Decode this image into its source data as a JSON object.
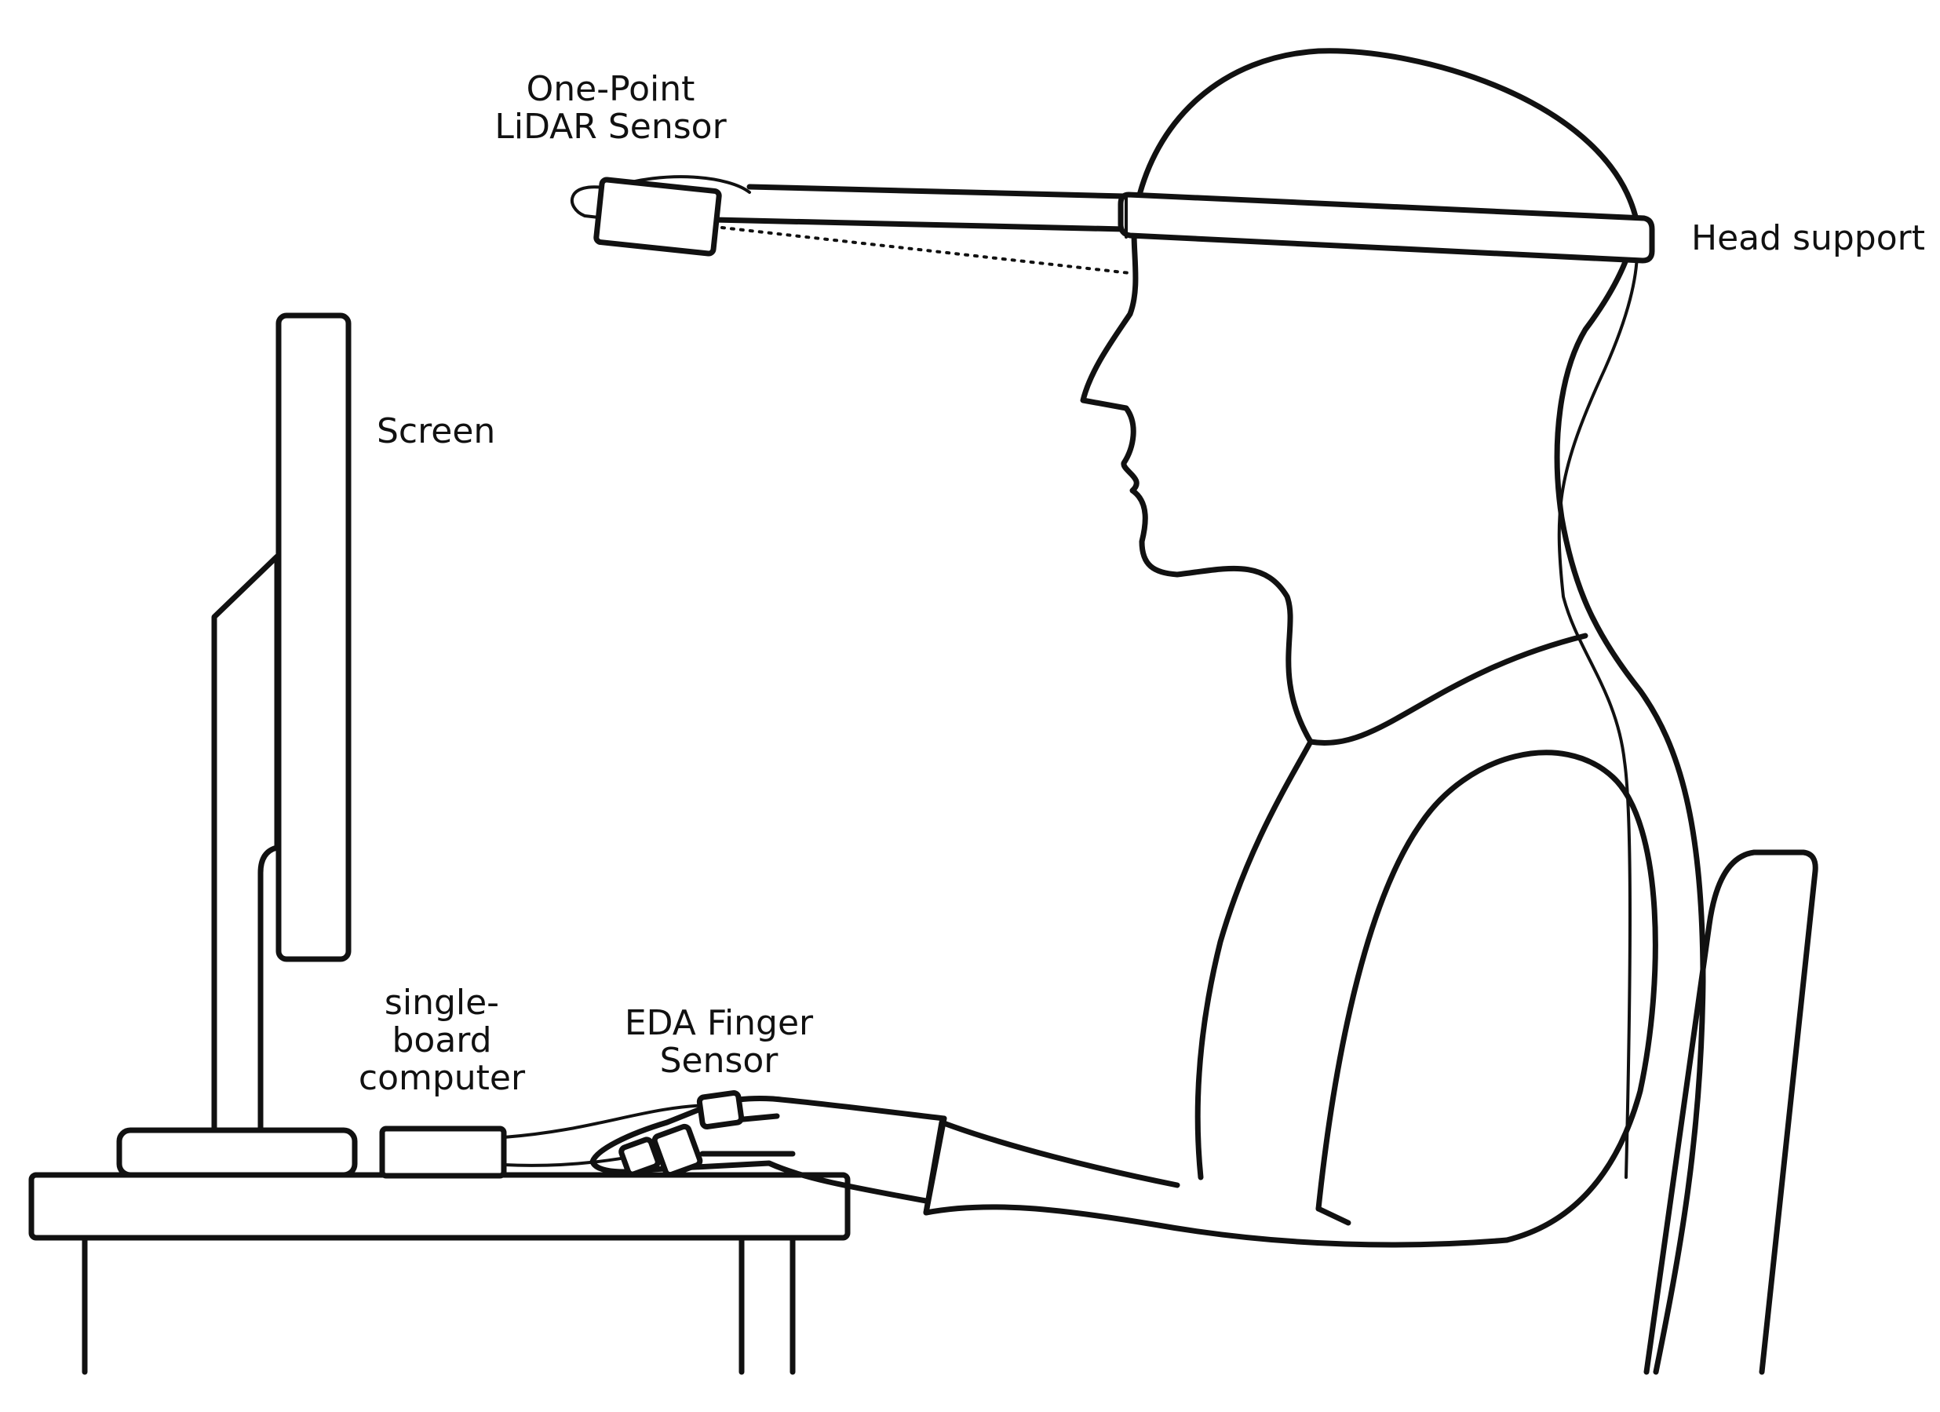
{
  "labels": {
    "lidar_line1": "One-Point",
    "lidar_line2": "LiDAR Sensor",
    "head_support": "Head support",
    "screen": "Screen",
    "sbc_line1": "single-",
    "sbc_line2": "board",
    "sbc_line3": "computer",
    "eda_line1": "EDA Finger",
    "eda_line2": "Sensor"
  }
}
